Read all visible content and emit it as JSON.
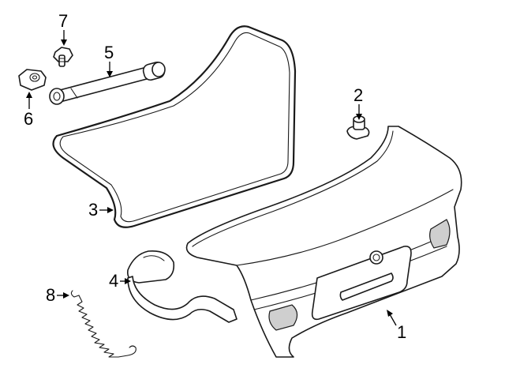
{
  "callouts": [
    {
      "number": "1",
      "part": "trunk-lid"
    },
    {
      "number": "2",
      "part": "bumper-stop"
    },
    {
      "number": "3",
      "part": "weatherstrip"
    },
    {
      "number": "4",
      "part": "hinge"
    },
    {
      "number": "5",
      "part": "lift-support"
    },
    {
      "number": "6",
      "part": "bracket"
    },
    {
      "number": "7",
      "part": "bolt"
    },
    {
      "number": "8",
      "part": "torsion-spring"
    }
  ]
}
